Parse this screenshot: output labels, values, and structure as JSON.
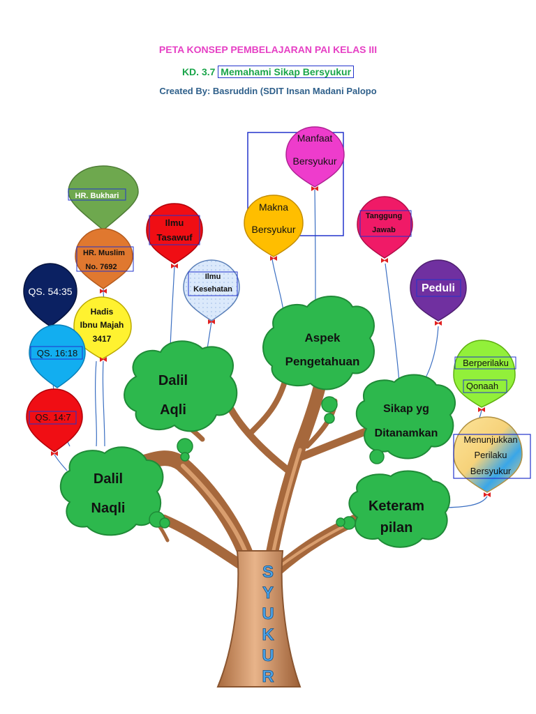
{
  "header": {
    "title": "PETA KONSEP PEMBELAJARAN PAI KELAS III",
    "kd_prefix": "KD. 3.7",
    "kd_topic": "Memahami Sikap Bersyukur",
    "credit": "Created By: Basruddin (SDIT Insan Madani Palopo"
  },
  "colors": {
    "title": "#e63fc4",
    "kd": "#1aa54a",
    "credit": "#2e5f8a",
    "trunk": "#c98b5e",
    "cloud": "#2db84d",
    "trunk_letters": "#4aa3e8"
  },
  "trunk_letters": [
    "S",
    "Y",
    "U",
    "K",
    "U",
    "R"
  ],
  "clouds": {
    "dalil_aqli": [
      "Dalil",
      "Aqli"
    ],
    "dalil_naqli": [
      "Dalil",
      "Naqli"
    ],
    "aspek": [
      "Aspek",
      "Pengetahuan"
    ],
    "sikap": [
      "Sikap yg",
      "Ditanamkan"
    ],
    "keterampilan": [
      "Keteram",
      "pilan"
    ]
  },
  "balloons": {
    "hr_bukhari": [
      "HR. Bukhari"
    ],
    "hr_muslim": [
      "HR. Muslim",
      "No. 7692"
    ],
    "qs_5435": [
      "QS. 54:35"
    ],
    "hadis_ibnu_majah": [
      "Hadis",
      "Ibnu Majah",
      "3417"
    ],
    "qs_1618": [
      "QS. 16:18"
    ],
    "qs_147": [
      "QS. 14:7"
    ],
    "ilmu_tasawuf": [
      "Ilmu",
      "Tasawuf"
    ],
    "ilmu_kesehatan": [
      "Ilmu",
      "Kesehatan"
    ],
    "manfaat": [
      "Manfaat",
      "Bersyukur"
    ],
    "makna": [
      "Makna",
      "Bersyukur"
    ],
    "tanggung_jawab": [
      "Tanggung",
      "Jawab"
    ],
    "peduli": [
      "Peduli"
    ],
    "qonaah": [
      "Berperilaku",
      "Qonaah"
    ],
    "menunjukkan": [
      "Menunjukkan",
      "Perilaku",
      "Bersyukur"
    ]
  }
}
